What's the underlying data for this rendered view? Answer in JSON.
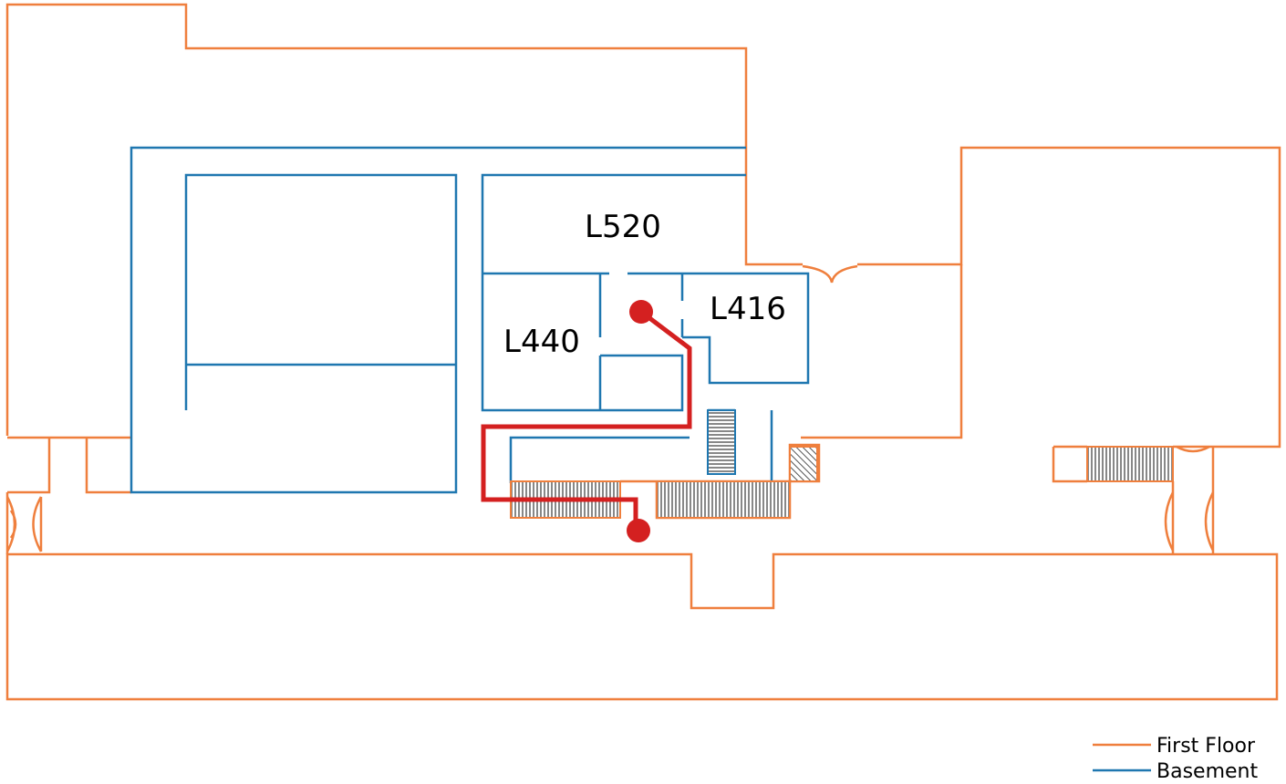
{
  "colors": {
    "first_floor": "#ef7f3d",
    "basement": "#1f77b0",
    "route": "#d42020",
    "stairs": "#555555"
  },
  "rooms": [
    {
      "id": "l520",
      "label": "L520"
    },
    {
      "id": "l440",
      "label": "L440"
    },
    {
      "id": "l416",
      "label": "L416"
    }
  ],
  "legend": {
    "first_floor": "First Floor",
    "basement": "Basement"
  },
  "route": {
    "start_marker": "route-start",
    "end_marker": "route-end"
  }
}
